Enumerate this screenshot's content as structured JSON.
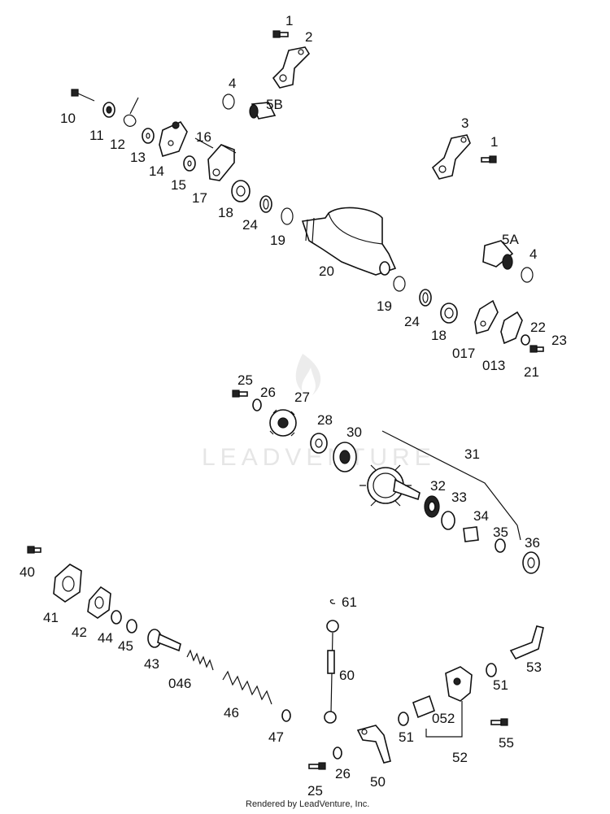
{
  "watermark": "LEADVENTURE",
  "footer": "Rendered by LeadVenture, Inc.",
  "callouts": [
    "1",
    "2",
    "4",
    "5B",
    "10",
    "11",
    "12",
    "13",
    "14",
    "15",
    "16",
    "17",
    "18",
    "24",
    "19",
    "3",
    "1",
    "5A",
    "4",
    "20",
    "19",
    "24",
    "18",
    "017",
    "013",
    "22",
    "23",
    "21",
    "25",
    "26",
    "27",
    "28",
    "30",
    "31",
    "32",
    "33",
    "34",
    "35",
    "36",
    "40",
    "41",
    "42",
    "44",
    "45",
    "43",
    "046",
    "46",
    "47",
    "61",
    "60",
    "53",
    "51",
    "052",
    "51",
    "52",
    "55",
    "50",
    "26",
    "25"
  ]
}
